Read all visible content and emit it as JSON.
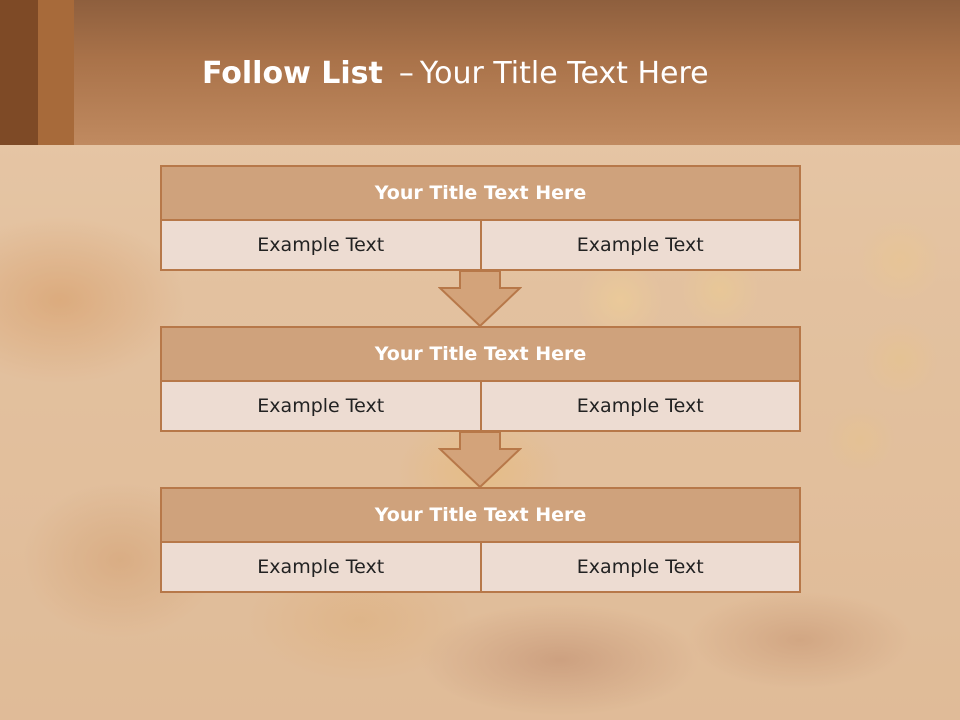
{
  "slide": {
    "title_bold": "Follow List",
    "title_sep": "–",
    "title_rest": "Your Title Text Here"
  },
  "blocks": [
    {
      "title": "Your Title Text Here",
      "cells": [
        "Example Text",
        "Example Text"
      ]
    },
    {
      "title": "Your Title Text Here",
      "cells": [
        "Example Text",
        "Example Text"
      ]
    },
    {
      "title": "Your Title Text Here",
      "cells": [
        "Example Text",
        "Example Text"
      ]
    }
  ],
  "colors": {
    "header": "#a97249",
    "block_title_fill": "#cfa27c",
    "block_border": "#b77849",
    "cell_fill": "#eddcd2",
    "arrow_fill": "#d3a37a"
  }
}
